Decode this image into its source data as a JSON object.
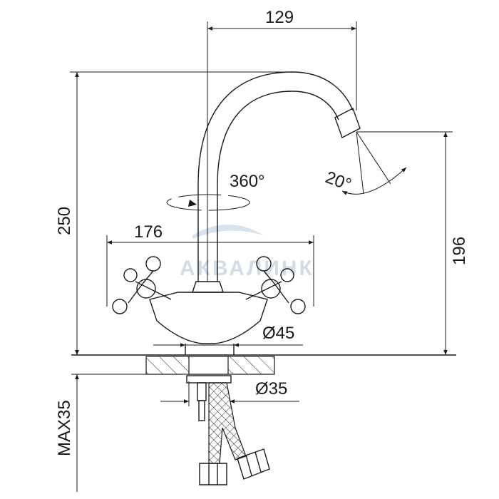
{
  "dimensions": {
    "spout_reach": "129",
    "total_height": "250",
    "spout_height": "196",
    "handle_span": "176",
    "base_diameter": "Ø45",
    "hole_diameter": "Ø35",
    "max_counter_thickness": "MAX35",
    "rotation_angle": "360°",
    "aerator_angle": "20°"
  },
  "watermark": "АКВАЛИНК",
  "colors": {
    "line": "#1a1a1a",
    "watermark": "#c9d4e0"
  }
}
